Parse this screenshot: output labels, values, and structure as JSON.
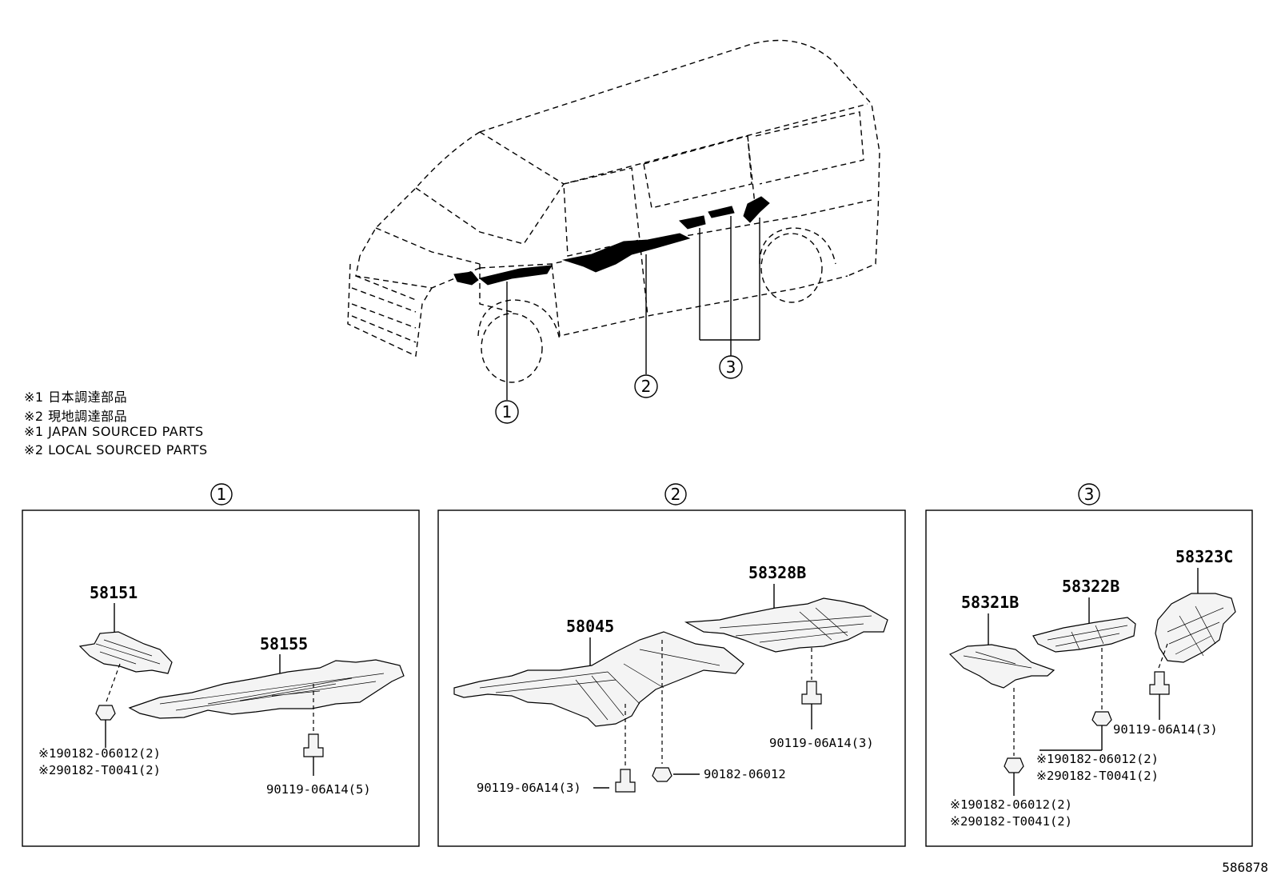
{
  "notes": {
    "jp1": "※1 日本調達部品",
    "jp2": "※2 現地調達部品",
    "en1": "※1 JAPAN SOURCED PARTS",
    "en2": "※2 LOCAL SOURCED PARTS"
  },
  "callouts": {
    "c1": "1",
    "c2": "2",
    "c3": "3"
  },
  "panel1": {
    "title": "1",
    "p58151": "58151",
    "p58155": "58155",
    "nut1": "※190182-06012(2)",
    "nut2": "※290182-T0041(2)",
    "bolt": "90119-06A14(5)"
  },
  "panel2": {
    "title": "2",
    "p58045": "58045",
    "p58328b": "58328B",
    "bolt_a": "90119-06A14(3)",
    "nut": "90182-06012",
    "bolt_b": "90119-06A14(3)"
  },
  "panel3": {
    "title": "3",
    "p58321b": "58321B",
    "p58322b": "58322B",
    "p58323c": "58323C",
    "bolt": "90119-06A14(3)",
    "nut_b1": "※190182-06012(2)",
    "nut_b2": "※290182-T0041(2)",
    "nut_c1": "※190182-06012(2)",
    "nut_c2": "※290182-T0041(2)"
  },
  "diagram_id": "586878"
}
